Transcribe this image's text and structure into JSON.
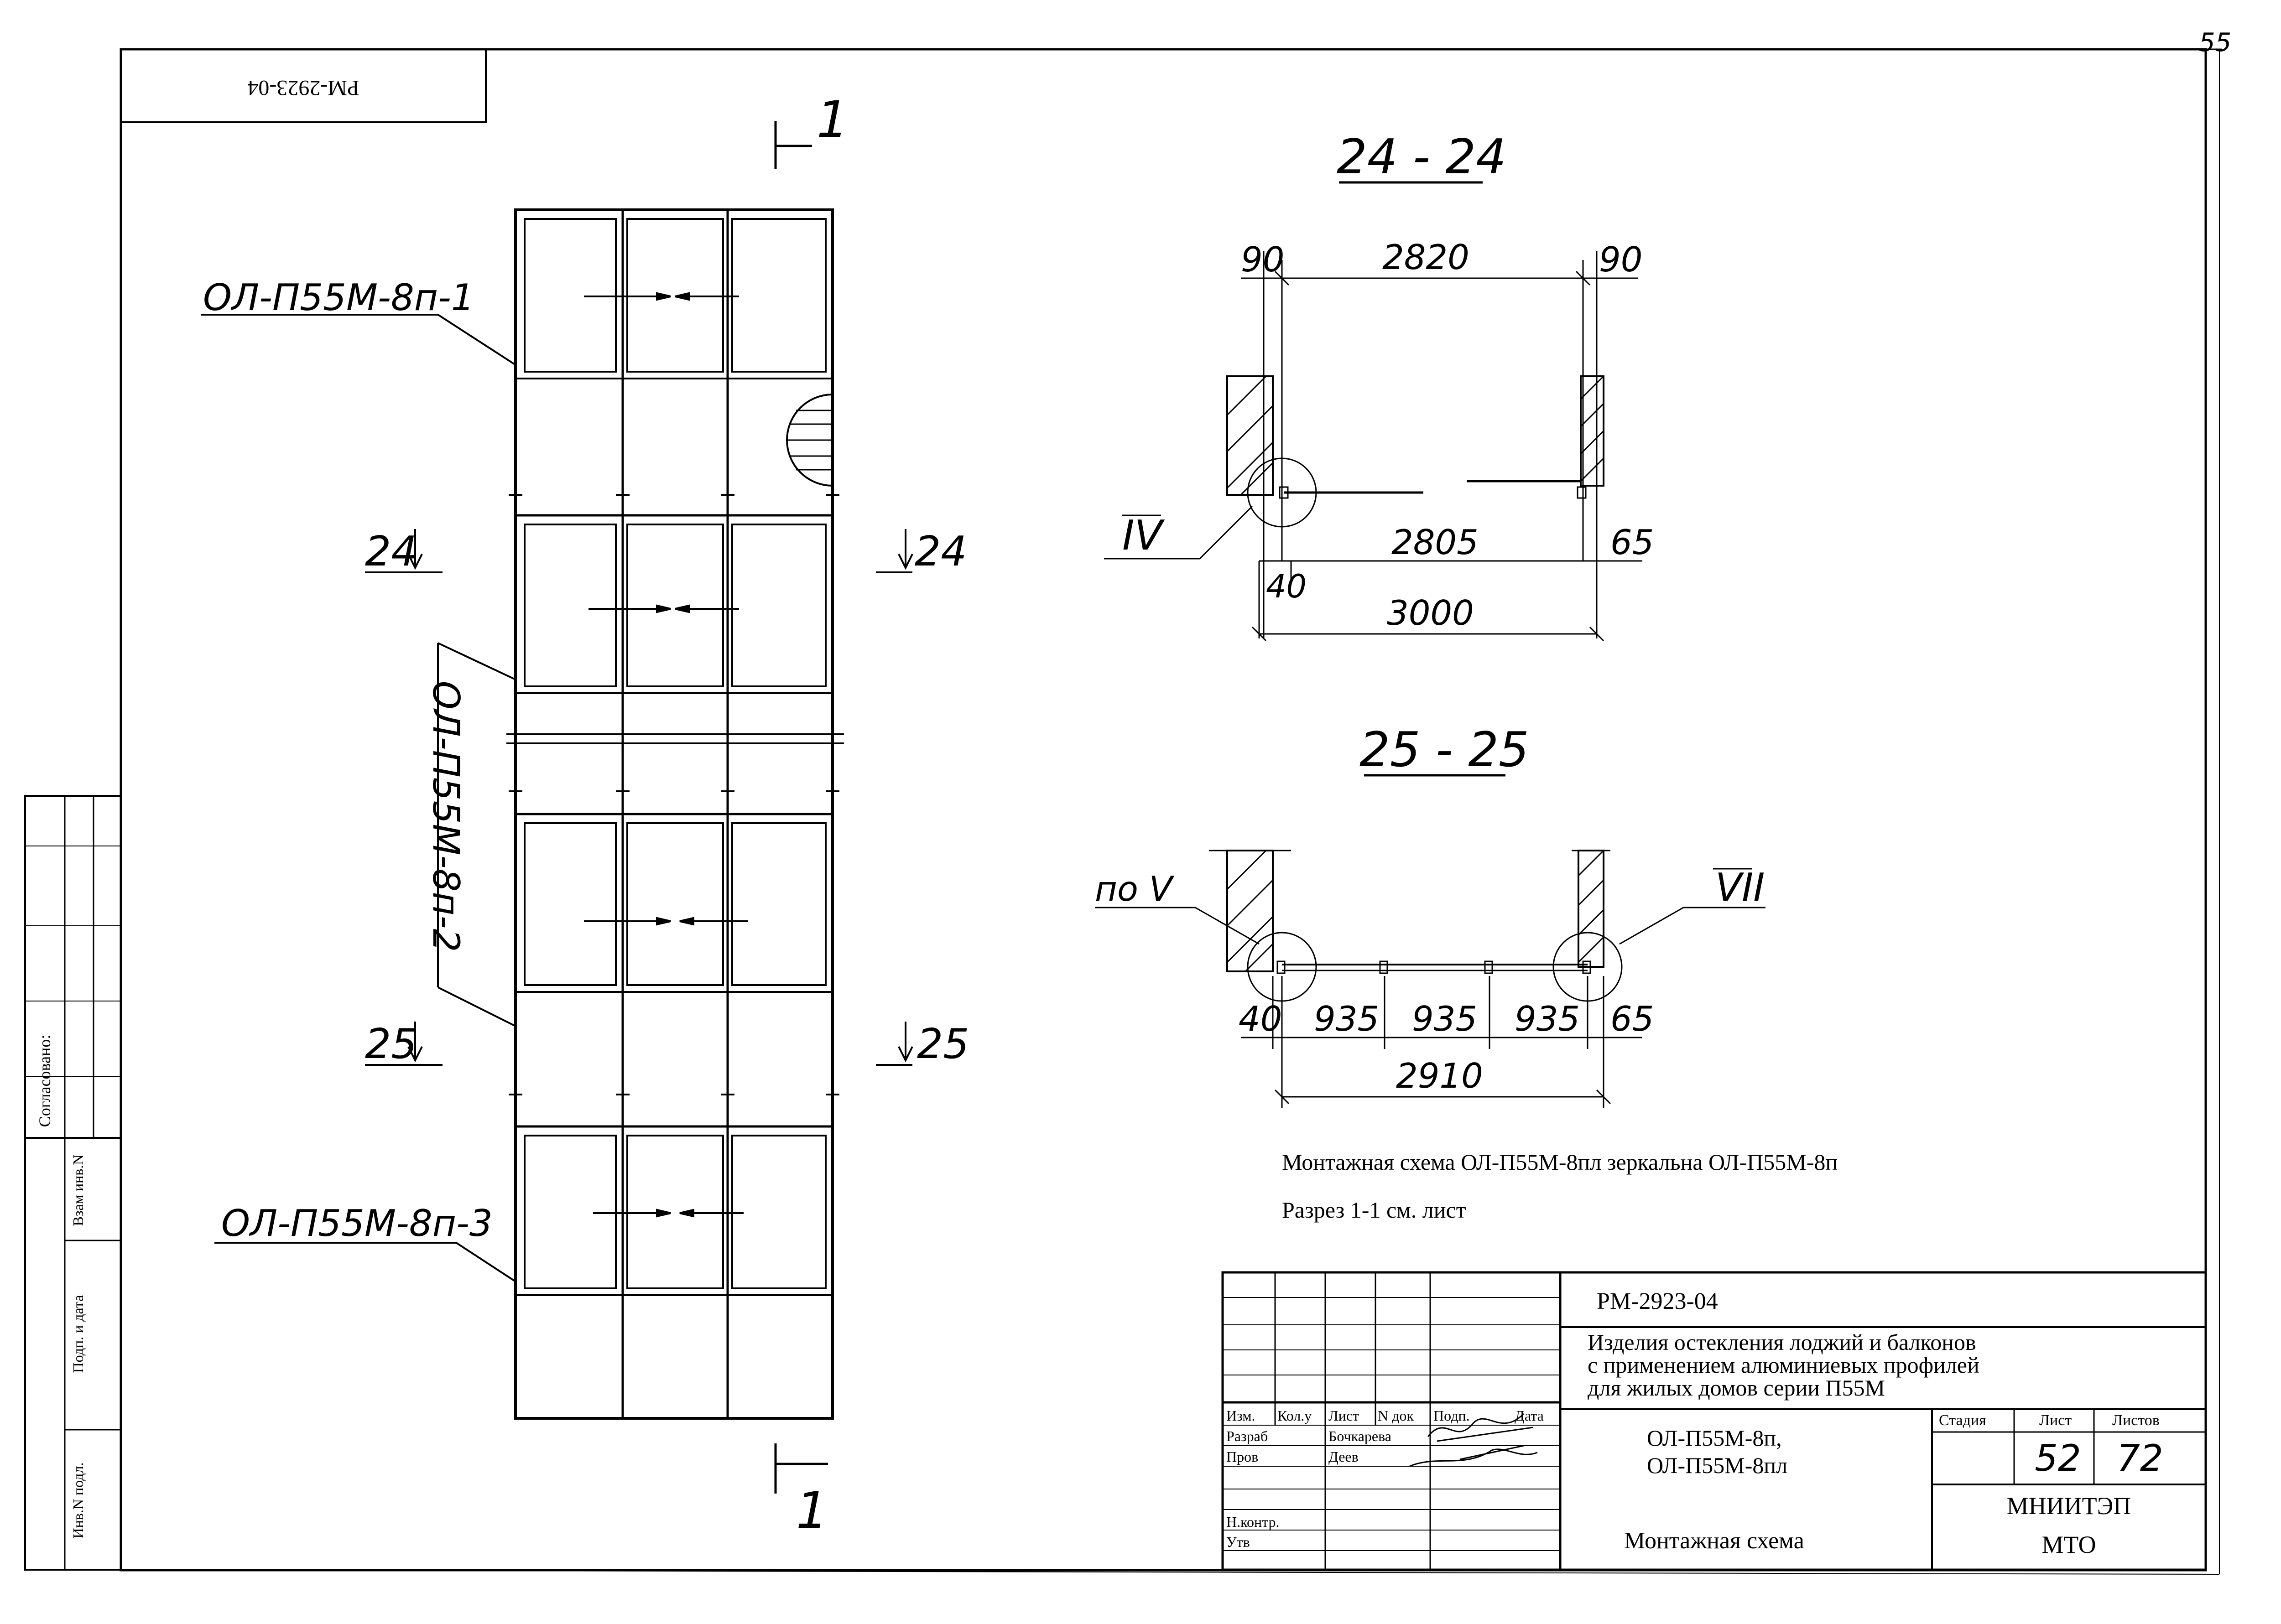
{
  "sheet_number_top": "55",
  "code_rotated": "РМ-2923-04",
  "section_marks": {
    "section_1_top": "1",
    "section_1_bottom": "1",
    "left_24": "24",
    "right_24": "24",
    "left_25": "25",
    "right_25": "25"
  },
  "callouts": {
    "item_1": "ОЛ-П55М-8п-1",
    "item_2": "ОЛ-П55М-8п-2",
    "item_3": "ОЛ-П55М-8п-3"
  },
  "section_24": {
    "title": "24 - 24",
    "dim_top_left": "90",
    "dim_top_mid": "2820",
    "dim_top_right": "90",
    "dim_mid": "2805",
    "dim_mid_right": "65",
    "dim_bot_left": "40",
    "dim_total": "3000",
    "node_label": "IV"
  },
  "section_25": {
    "title": "25 - 25",
    "node_left_label": "по V",
    "node_right_label": "VII",
    "dim_left": "40",
    "dim_seg1": "935",
    "dim_seg2": "935",
    "dim_seg3": "935",
    "dim_right": "65",
    "dim_total": "2910"
  },
  "notes": {
    "line1": "Монтажная схема ОЛ-П55М-8пл  зеркальна  ОЛ-П55М-8п",
    "line2": "Разрез  1-1  см. лист"
  },
  "left_stamp": {
    "agreed": "Согласовано:",
    "vzam": "Взам инв.N",
    "podp": "Подп. и дата",
    "inv": "Инв.N подл."
  },
  "title_block": {
    "doc_code": "РМ-2923-04",
    "title_l1": "Изделия остекления лоджий и балконов",
    "title_l2": "с применением алюминиевых профилей",
    "title_l3": "для жилых домов серии П55М",
    "hdr_izm": "Изм.",
    "hdr_kolu": "Кол.у",
    "hdr_list": "Лист",
    "hdr_ndok": "N док",
    "hdr_podp": "Подп.",
    "hdr_data": "Дата",
    "row_razrab": "Разраб",
    "name_razrab": "Бочкарева",
    "row_prov": "Пров",
    "name_prov": "Деев",
    "row_nkontr": "Н.контр.",
    "row_utv": "Утв",
    "product_l1": "ОЛ-П55М-8п,",
    "product_l2": "ОЛ-П55М-8пл",
    "hdr_stadiya": "Стадия",
    "hdr_list2": "Лист",
    "hdr_listov": "Листов",
    "val_list": "52",
    "val_listov": "72",
    "sheet_name": "Монтажная схема",
    "org_l1": "МНИИТЭП",
    "org_l2": "МТО"
  }
}
